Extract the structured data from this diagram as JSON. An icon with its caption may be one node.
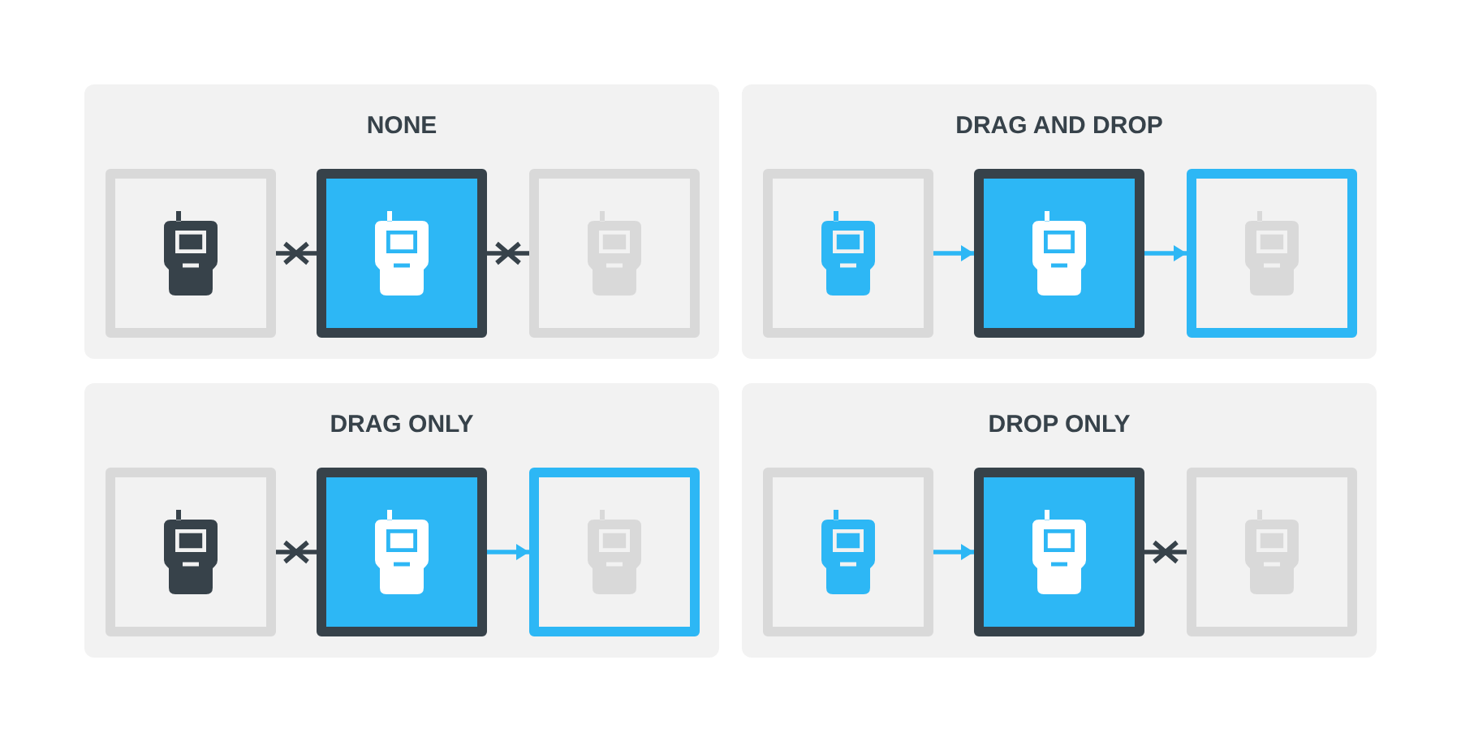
{
  "diagram": {
    "nodes": [
      {
        "text": [
          "NONE"
        ]
      },
      {
        "text": [],
        "shape": "box",
        "in": 0
      },
      {
        "text": [],
        "shape": "box",
        "in": 0
      },
      {
        "text": [],
        "shape": "box",
        "in": 0
      },
      {
        "text": [
          "DRAG AND DROP"
        ]
      },
      {
        "text": [],
        "shape": "box",
        "in": 4
      },
      {
        "text": [],
        "shape": "box",
        "in": 4
      },
      {
        "text": [],
        "shape": "box",
        "in": 4
      },
      {
        "text": [
          "DRAG ONLY"
        ]
      },
      {
        "text": [],
        "shape": "box",
        "in": 8
      },
      {
        "text": [],
        "shape": "box",
        "in": 8
      },
      {
        "text": [],
        "shape": "box",
        "in": 8
      },
      {
        "text": [
          "DROP ONLY"
        ]
      },
      {
        "text": [],
        "shape": "box",
        "in": 12
      },
      {
        "text": [],
        "shape": "box",
        "in": 12
      },
      {
        "text": [],
        "shape": "box",
        "in": 12
      }
    ],
    "edges": [
      {
        "from": 1,
        "to": 2,
        "arrow": "none"
      },
      {
        "from": 2,
        "to": 3,
        "arrow": "none"
      },
      {
        "from": 5,
        "to": 6,
        "arrow": "to",
        "color": "#2db7f5"
      },
      {
        "from": 6,
        "to": 7,
        "arrow": "to",
        "color": "#2db7f5"
      },
      {
        "from": 9,
        "to": 10,
        "arrow": "none"
      },
      {
        "from": 10,
        "to": 11,
        "arrow": "to",
        "color": "#2db7f5"
      },
      {
        "from": 13,
        "to": 14,
        "arrow": "to",
        "color": "#2db7f5"
      },
      {
        "from": 14,
        "to": 15,
        "arrow": "none"
      }
    ]
  }
}
